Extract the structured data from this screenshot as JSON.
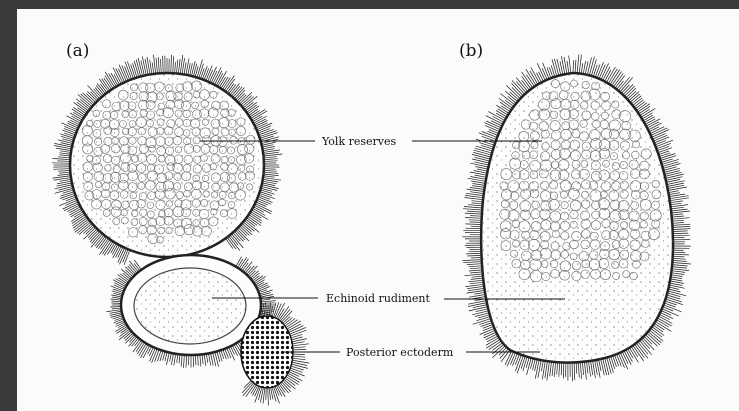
{
  "figure": {
    "panel_a": "(a)",
    "panel_b": "(b)",
    "labels": {
      "yolk": "Yolk reserves",
      "rudiment": "Echinoid rudiment",
      "ectoderm": "Posterior ectoderm"
    }
  },
  "colors": {
    "background": "#3a3a3a",
    "paper": "#fbfbf9",
    "ink": "#111111"
  }
}
